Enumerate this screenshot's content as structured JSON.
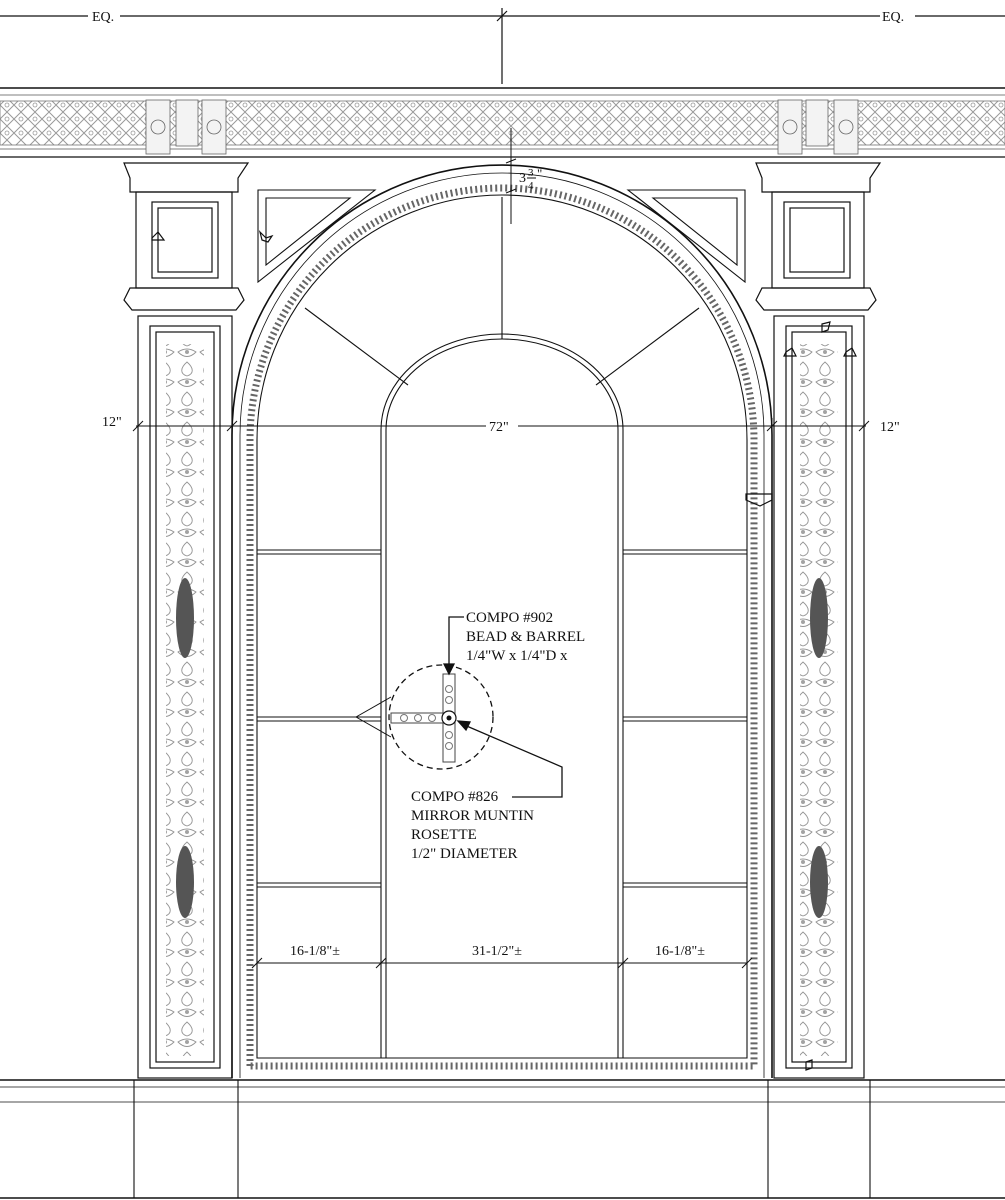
{
  "dimensions": {
    "eq_left": "EQ.",
    "eq_right": "EQ.",
    "top_gap_whole": "3",
    "top_gap_num": "3",
    "top_gap_den": "4",
    "top_gap_unit": "\"",
    "left_pilaster": "12\"",
    "opening": "72\"",
    "right_pilaster": "12\"",
    "pane_left": "16-1/8\"±",
    "pane_center": "31-1/2\"±",
    "pane_right": "16-1/8\"±"
  },
  "callouts": {
    "bead": {
      "line1": "COMPO #902",
      "line2": "BEAD & BARREL",
      "line3": "1/4\"W x 1/4\"D x"
    },
    "rosette": {
      "line1": "COMPO #826",
      "line2": "MIRROR MUNTIN",
      "line3": "ROSETTE",
      "line4": "1/2\" DIAMETER"
    }
  },
  "colors": {
    "ink": "#111111",
    "ornament": "#8a8a8a",
    "lattice": "#b5b5b5"
  }
}
